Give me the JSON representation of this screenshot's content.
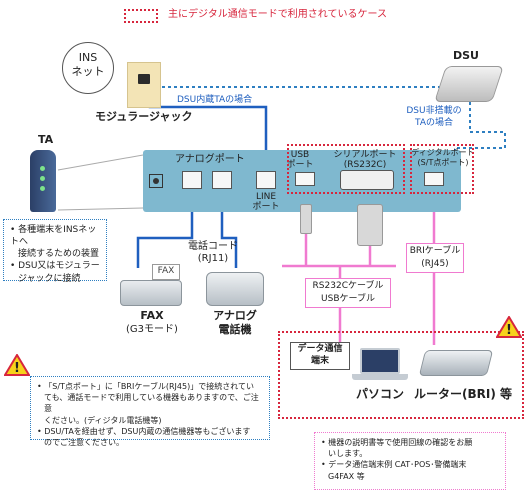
{
  "legend": {
    "text": "主にデジタル通信モードで利用されているケース",
    "color": "#d7263d"
  },
  "ins_net": {
    "line1": "INS",
    "line2": "ネット"
  },
  "modular_jack": {
    "label": "モジュラージャック"
  },
  "dsu": {
    "label": "DSU",
    "builtin_ta": "DSU内蔵TAの場合",
    "no_dsu_line1": "DSU非搭載の",
    "no_dsu_line2": "TAの場合"
  },
  "ta": {
    "label": "TA",
    "notes": [
      "各種端末をINSネットへ",
      "接続するための装置",
      "DSU又はモジュラー",
      "ジャックに接続"
    ]
  },
  "panel": {
    "analog_port": "アナログポート",
    "line_port_1": "LINE",
    "line_port_2": "ポート",
    "usb_port_1": "USB",
    "usb_port_2": "ポート",
    "serial_port_1": "シリアルポート",
    "serial_port_2": "(RS232C)",
    "digital_port_1": "ディジタルポート",
    "digital_port_2": "(S/T点ポート)"
  },
  "cables": {
    "phone_cord_1": "電話コード",
    "phone_cord_2": "(RJ11)",
    "rs232c_1": "RS232Cケーブル",
    "rs232c_2": "USBケーブル",
    "bri_1": "BRIケーブル",
    "bri_2": "(RJ45)"
  },
  "devices": {
    "fax_tag": "FAX",
    "fax_1": "FAX",
    "fax_2": "(G3モード)",
    "phone_1": "アナログ",
    "phone_2": "電話機",
    "terminal_1": "データ通信",
    "terminal_2": "端末",
    "pc": "パソコン",
    "router": "ルーター(BRI) 等"
  },
  "warning_left": [
    "「S/T点ポート」に「BRIケーブル(RJ45)」で接続されてい",
    "ても、通話モードで利用している機器もありますので、ご注意",
    "ください。(ディジタル電話機等)",
    "DSU/TAを経由せず、DSU内蔵の通信機器等もございます",
    "のでご注意ください。"
  ],
  "warning_right": [
    "機器の説明書等で使用回線の確認をお願",
    "いします。",
    "データ通信端末例 CAT･POS･警備端末",
    "G4FAX 等"
  ],
  "colors": {
    "panel": "#7fb8cf",
    "blue_cable": "#1f5fbf",
    "pink_cable": "#f07ad0",
    "dotted_blue": "#2e7fc1"
  }
}
